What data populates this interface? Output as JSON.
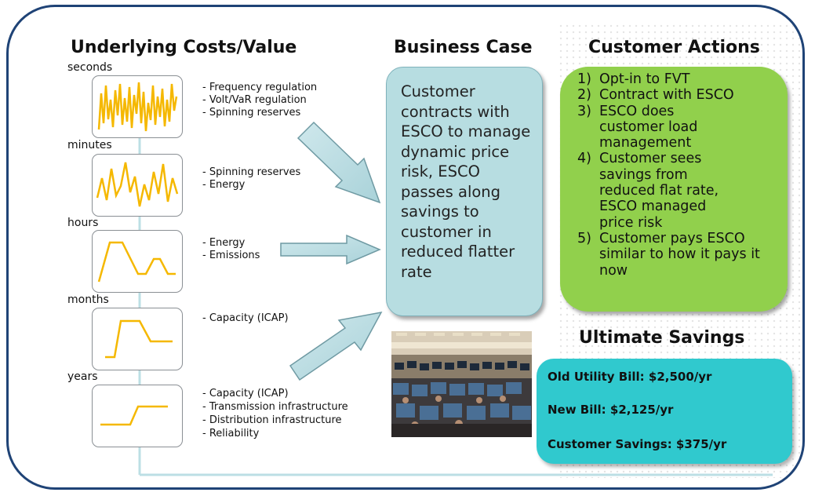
{
  "headers": {
    "costs": "Underlying Costs/Value",
    "business": "Business Case",
    "actions": "Customer Actions",
    "savings": "Ultimate Savings"
  },
  "timescales": [
    {
      "label": "seconds",
      "items": [
        "- Frequency regulation",
        "- Volt/VaR regulation",
        "- Spinning reserves"
      ]
    },
    {
      "label": "minutes",
      "items": [
        "- Spinning reserves",
        "- Energy"
      ]
    },
    {
      "label": "hours",
      "items": [
        "- Energy",
        " - Emissions"
      ]
    },
    {
      "label": "months",
      "items": [
        "- Capacity (ICAP)"
      ]
    },
    {
      "label": "years",
      "items": [
        "- Capacity (ICAP)",
        "- Transmission infrastructure",
        "- Distribution infrastructure",
        "- Reliability"
      ]
    }
  ],
  "business_case": "Customer contracts with ESCO to manage dynamic price risk, ESCO passes along savings to customer in reduced flatter rate",
  "actions": [
    {
      "num": "1)",
      "text": "Opt-in to FVT"
    },
    {
      "num": "2)",
      "text": "Contract with ESCO"
    },
    {
      "num": "3)",
      "text": "ESCO does customer load management"
    },
    {
      "num": "4)",
      "text": "Customer sees savings from reduced flat rate, ESCO managed price risk"
    },
    {
      "num": "5)",
      "text": "Customer pays ESCO similar to how it pays it now"
    }
  ],
  "savings": {
    "old_bill": "Old Utility Bill: $2,500/yr",
    "new_bill": "New Bill: $2,125/yr",
    "customer_savings": "Customer Savings: $375/yr"
  },
  "colors": {
    "frame": "#1f4376",
    "signal_line": "#f5b800",
    "arrow_fill": "#b9dde3",
    "business_box": "#b7dde1",
    "actions_box": "#91d04c",
    "savings_box": "#30c9ce"
  },
  "image": "trading-floor-photo"
}
